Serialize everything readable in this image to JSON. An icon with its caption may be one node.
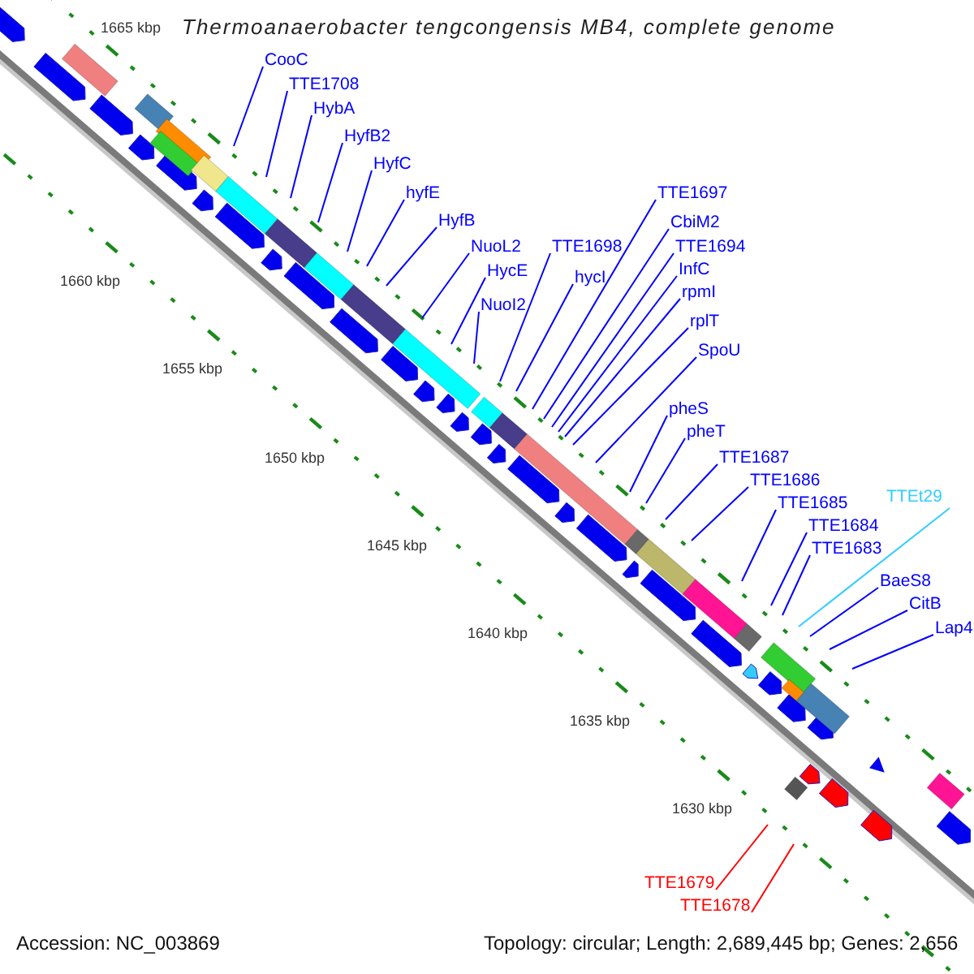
{
  "diagram": {
    "title": "Thermoanaerobacter tengcongensis MB4, complete genome",
    "nodes": [
      {
        "text": [
          "CooC"
        ]
      },
      {
        "text": [
          "TTE1708"
        ]
      },
      {
        "text": [
          "HybA"
        ]
      },
      {
        "text": [
          "HyfB2"
        ]
      },
      {
        "text": [
          "HyfC"
        ]
      },
      {
        "text": [
          "hyfE"
        ]
      },
      {
        "text": [
          "HyfB"
        ]
      },
      {
        "text": [
          "NuoL2"
        ]
      },
      {
        "text": [
          "HycE"
        ]
      },
      {
        "text": [
          "NuoI2"
        ]
      },
      {
        "text": [
          "TTE1698"
        ]
      },
      {
        "text": [
          "hycI"
        ]
      },
      {
        "text": [
          "TTE1697"
        ]
      },
      {
        "text": [
          "CbiM2"
        ]
      },
      {
        "text": [
          "TTE1694"
        ]
      },
      {
        "text": [
          "InfC"
        ]
      },
      {
        "text": [
          "rpmI"
        ]
      },
      {
        "text": [
          "rplT"
        ]
      },
      {
        "text": [
          "SpoU"
        ]
      },
      {
        "text": [
          "pheS"
        ]
      },
      {
        "text": [
          "pheT"
        ]
      },
      {
        "text": [
          "TTE1687"
        ]
      },
      {
        "text": [
          "TTE1686"
        ]
      },
      {
        "text": [
          "TTE1685"
        ]
      },
      {
        "text": [
          "TTE1684"
        ]
      },
      {
        "text": [
          "TTE1683"
        ]
      },
      {
        "text": [
          "TTEt29"
        ]
      },
      {
        "text": [
          "BaeS8"
        ]
      },
      {
        "text": [
          "CitB"
        ]
      },
      {
        "text": [
          "Lap4"
        ]
      },
      {
        "text": [
          "TTE1679"
        ]
      },
      {
        "text": [
          "TTE1678"
        ]
      }
    ],
    "edges": [
      {
        "from": 0,
        "to": null,
        "arrow": "none"
      },
      {
        "from": 1,
        "to": null,
        "arrow": "none"
      },
      {
        "from": 2,
        "to": null,
        "arrow": "none"
      },
      {
        "from": 3,
        "to": null,
        "arrow": "none"
      },
      {
        "from": 4,
        "to": null,
        "arrow": "none"
      },
      {
        "from": 5,
        "to": null,
        "arrow": "none"
      },
      {
        "from": 6,
        "to": null,
        "arrow": "none"
      },
      {
        "from": 7,
        "to": null,
        "arrow": "none"
      },
      {
        "from": 8,
        "to": null,
        "arrow": "none"
      },
      {
        "from": 9,
        "to": null,
        "arrow": "none"
      },
      {
        "from": 10,
        "to": null,
        "arrow": "none"
      },
      {
        "from": 11,
        "to": null,
        "arrow": "none"
      },
      {
        "from": 12,
        "to": null,
        "arrow": "none"
      },
      {
        "from": 13,
        "to": null,
        "arrow": "none"
      },
      {
        "from": 14,
        "to": null,
        "arrow": "none"
      },
      {
        "from": 15,
        "to": null,
        "arrow": "none"
      },
      {
        "from": 16,
        "to": null,
        "arrow": "none"
      },
      {
        "from": 17,
        "to": null,
        "arrow": "none"
      },
      {
        "from": 18,
        "to": null,
        "arrow": "none"
      },
      {
        "from": 19,
        "to": null,
        "arrow": "none"
      },
      {
        "from": 20,
        "to": null,
        "arrow": "none"
      },
      {
        "from": 21,
        "to": null,
        "arrow": "none"
      },
      {
        "from": 22,
        "to": null,
        "arrow": "none"
      },
      {
        "from": 23,
        "to": null,
        "arrow": "none"
      },
      {
        "from": 24,
        "to": null,
        "arrow": "none"
      },
      {
        "from": 25,
        "to": null,
        "arrow": "none"
      },
      {
        "from": 26,
        "to": null,
        "arrow": "none",
        "color": "#33ccff"
      },
      {
        "from": 27,
        "to": null,
        "arrow": "none"
      },
      {
        "from": 28,
        "to": null,
        "arrow": "none"
      },
      {
        "from": 29,
        "to": null,
        "arrow": "none"
      },
      {
        "from": 30,
        "to": null,
        "arrow": "none",
        "color": "#ff0000"
      },
      {
        "from": 31,
        "to": null,
        "arrow": "none",
        "color": "#ff0000"
      }
    ],
    "labels": [
      "1665 kbp",
      "1660 kbp",
      "1655 kbp",
      "1650 kbp",
      "1645 kbp",
      "1640 kbp",
      "1635 kbp",
      "1630 kbp",
      "Accession: NC_003869",
      "Topology: circular; Length: 2,689,445 bp; Genes: 2,656"
    ]
  }
}
